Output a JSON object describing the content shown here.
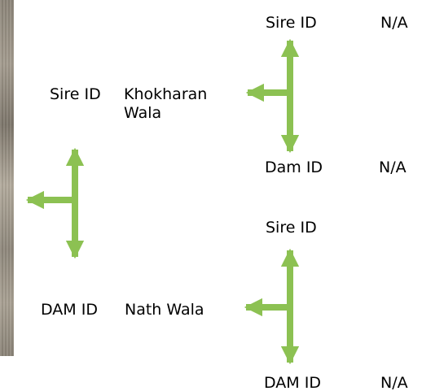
{
  "left_sire": {
    "label": "Sire ID",
    "value": "Khokharan",
    "value_line2": "Wala"
  },
  "left_dam": {
    "label": "DAM ID",
    "value": "Nath Wala"
  },
  "top_branch": {
    "sire_label": "Sire ID",
    "sire_value": "N/A",
    "dam_label": "Dam ID",
    "dam_value": "N/A"
  },
  "bottom_branch": {
    "sire_label": "Sire ID",
    "dam_label": "DAM ID",
    "dam_value": "N/A"
  },
  "colors": {
    "arrow": "#8cc152"
  },
  "icons": {
    "photo": "animal-photo-strip"
  }
}
